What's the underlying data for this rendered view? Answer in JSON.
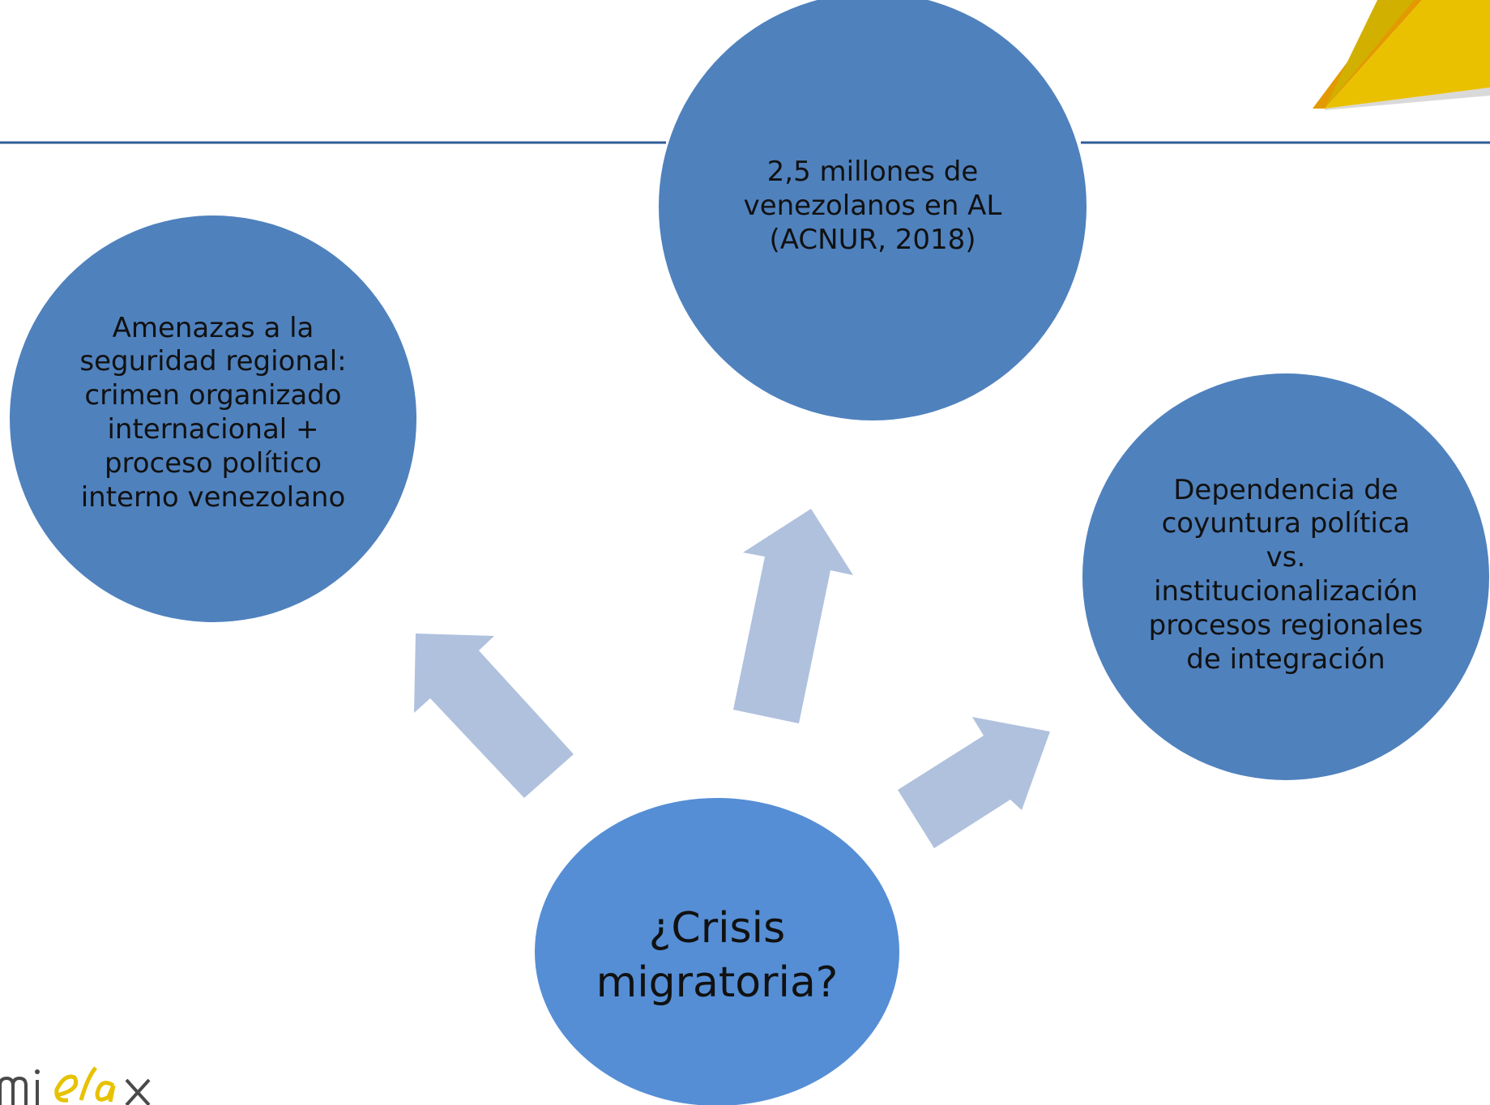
{
  "nodes": {
    "top": {
      "text": "2,5 millones de\nvenezolanos en AL\n(ACNUR, 2018)"
    },
    "left": {
      "text": "Amenazas a la\nseguridad regional:\ncrimen organizado\ninternacional +\nproceso político\ninterno venezolano"
    },
    "right": {
      "text": "Dependencia de\ncoyuntura política\nvs.\ninstitucionalización\nprocesos regionales\nde integración"
    },
    "center": {
      "text": "¿Crisis\nmigratoria?"
    }
  },
  "logo": {
    "text": "mielax"
  },
  "colors": {
    "outer_circle": "#4F81BD",
    "center_circle": "#558ED5",
    "arrow": "#B0C1DE",
    "rule_line": "#2F5C96",
    "corner_yellow": "#EAC100",
    "corner_dark_yellow": "#D2B000",
    "corner_orange": "#E39A00",
    "corner_gray": "#D9D9D9",
    "logo_gray": "#4A4A4A",
    "logo_yellow": "#E6C200"
  }
}
